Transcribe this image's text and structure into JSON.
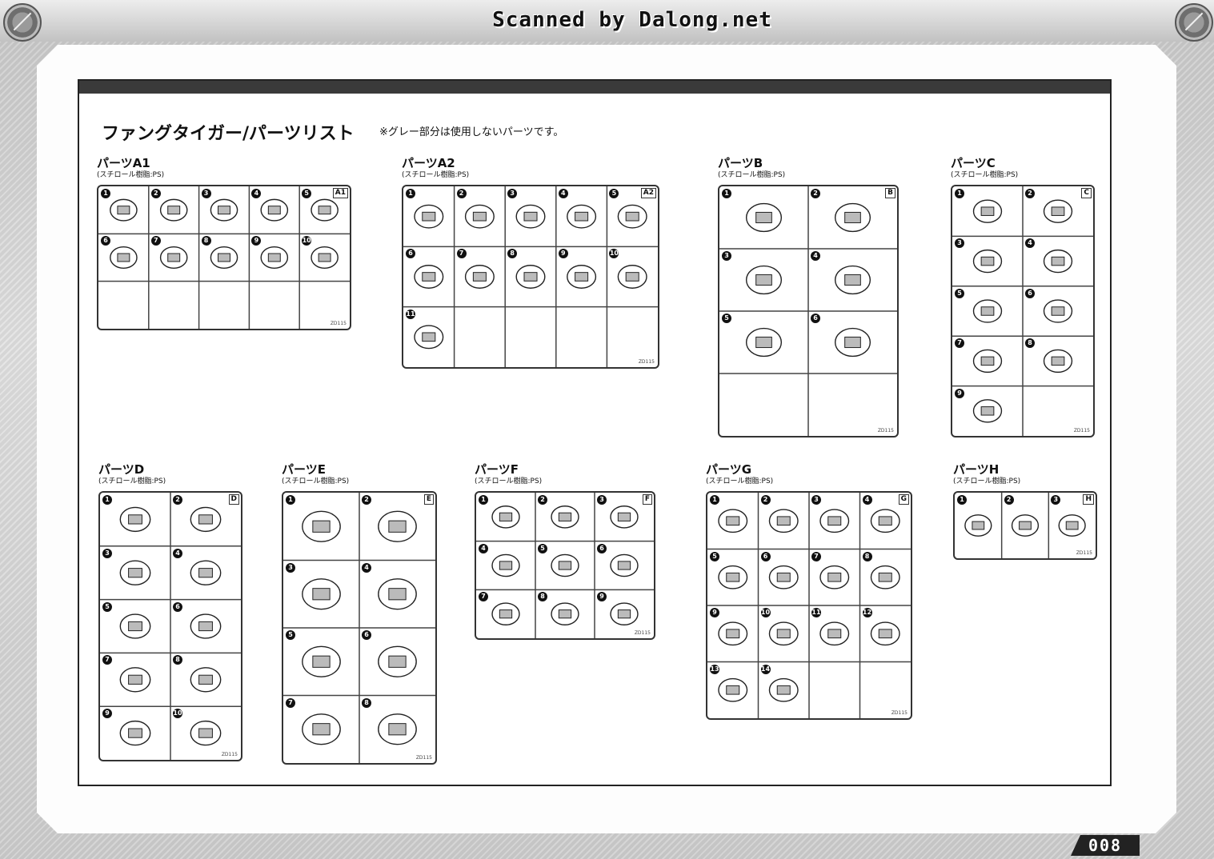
{
  "header": {
    "scanner_credit": "Scanned by Dalong.net"
  },
  "page": {
    "title": "ファングタイガー/パーツリスト",
    "gray_note": "※グレー部分は使用しないパーツです。",
    "page_number": "008"
  },
  "parts": [
    {
      "id": "A1",
      "name": "パーツA1",
      "material": "(スチロール樹脂:PS)",
      "letter": "A1",
      "code": "ZD115",
      "count": 10
    },
    {
      "id": "A2",
      "name": "パーツA2",
      "material": "(スチロール樹脂:PS)",
      "letter": "A2",
      "code": "ZD115",
      "count": 11
    },
    {
      "id": "B",
      "name": "パーツB",
      "material": "(スチロール樹脂:PS)",
      "letter": "B",
      "code": "ZD115",
      "count": 6
    },
    {
      "id": "C",
      "name": "パーツC",
      "material": "(スチロール樹脂:PS)",
      "letter": "C",
      "code": "ZD115",
      "count": 9
    },
    {
      "id": "D",
      "name": "パーツD",
      "material": "(スチロール樹脂:PS)",
      "letter": "D",
      "code": "ZD115",
      "count": 10
    },
    {
      "id": "E",
      "name": "パーツE",
      "material": "(スチロール樹脂:PS)",
      "letter": "E",
      "code": "ZD115",
      "count": 8
    },
    {
      "id": "F",
      "name": "パーツF",
      "material": "(スチロール樹脂:PS)",
      "letter": "F",
      "code": "ZD115",
      "count": 9
    },
    {
      "id": "G",
      "name": "パーツG",
      "material": "(スチロール樹脂:PS)",
      "letter": "G",
      "code": "ZD115",
      "count": 14
    },
    {
      "id": "H",
      "name": "パーツH",
      "material": "(スチロール樹脂:PS)",
      "letter": "H",
      "code": "ZD115",
      "count": 3
    }
  ]
}
